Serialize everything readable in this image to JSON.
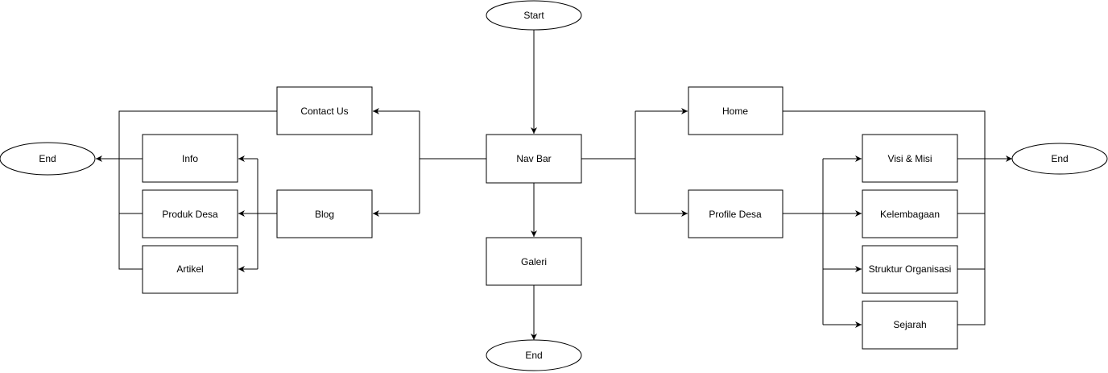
{
  "nodes": {
    "start": "Start",
    "nav_bar": "Nav Bar",
    "galeri": "Galeri",
    "end_bottom": "End",
    "contact_us": "Contact Us",
    "blog": "Blog",
    "info": "Info",
    "produk_desa": "Produk Desa",
    "artikel": "Artikel",
    "end_left": "End",
    "home": "Home",
    "profile_desa": "Profile Desa",
    "visi_misi": "Visi & Misi",
    "kelembagaan": "Kelembagaan",
    "struktur_organisasi": "Struktur Organisasi",
    "sejarah": "Sejarah",
    "end_right": "End"
  },
  "colors": {
    "stroke": "#000000",
    "fill": "#ffffff"
  }
}
